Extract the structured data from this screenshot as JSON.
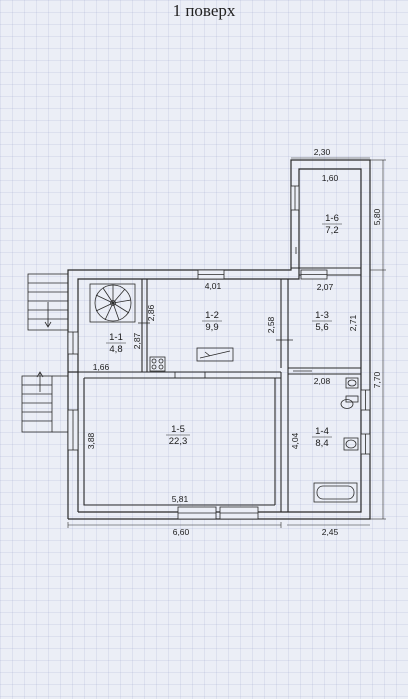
{
  "title": "1 поверх",
  "rooms": [
    {
      "id": "1-1",
      "area": "4,8"
    },
    {
      "id": "1-2",
      "area": "9,9"
    },
    {
      "id": "1-3",
      "area": "5,6"
    },
    {
      "id": "1-4",
      "area": "8,4"
    },
    {
      "id": "1-5",
      "area": "22,3"
    },
    {
      "id": "1-6",
      "area": "7,2"
    }
  ],
  "dimensions": {
    "top_annex_outer": "2,30",
    "top_annex_inner": "1,60",
    "annex_height": "5,80",
    "room12_width": "4,01",
    "room13_width": "2,07",
    "room11_h1": "2,86",
    "room11_h2": "2,87",
    "room12_height": "2,58",
    "room13_height": "2,71",
    "corridor": "1,66",
    "room14_width": "2,08",
    "right_total": "7,70",
    "room15_height": "3,88",
    "room14_height": "4,04",
    "room15_width": "5,81",
    "bottom_total": "6,60",
    "bottom_right": "2,45"
  }
}
